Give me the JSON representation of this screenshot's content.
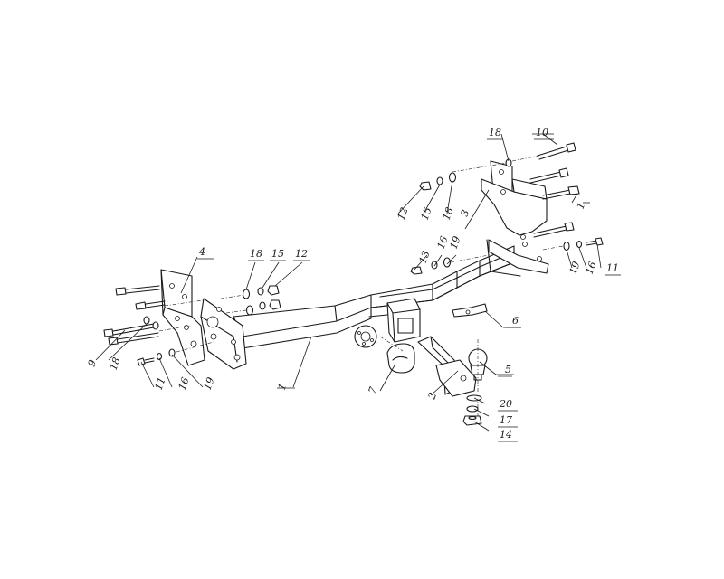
{
  "diagram": {
    "labels": {
      "1": "1",
      "2": "2",
      "3": "3",
      "4": "4",
      "5": "5",
      "6": "6",
      "7": "7",
      "9": "9",
      "10": "10",
      "11": "11",
      "12": "12",
      "13": "13",
      "14": "14",
      "15": "15",
      "16": "16",
      "17": "17",
      "18": "18",
      "19": "19",
      "20": "20"
    }
  }
}
